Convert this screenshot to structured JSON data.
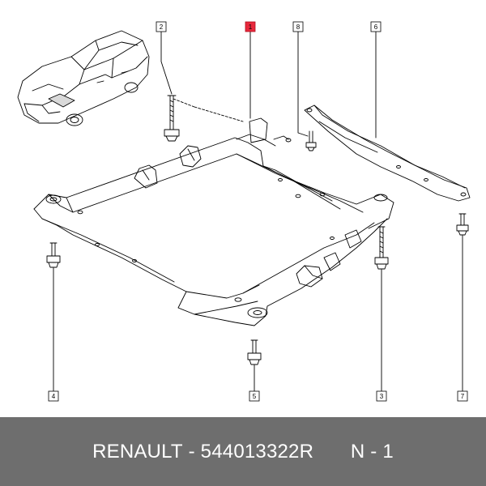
{
  "callouts": {
    "c1": "1",
    "c2": "2",
    "c3": "3",
    "c4": "4",
    "c5": "5",
    "c6": "6",
    "c7": "7",
    "c8": "8"
  },
  "colors": {
    "highlight": "#e8283c",
    "footer_bg": "#6e6e6e",
    "line": "#000000"
  },
  "footer": {
    "brand": "RENAULT",
    "separator": "-",
    "part_number": "544013322R",
    "sheet": "N - 1"
  }
}
